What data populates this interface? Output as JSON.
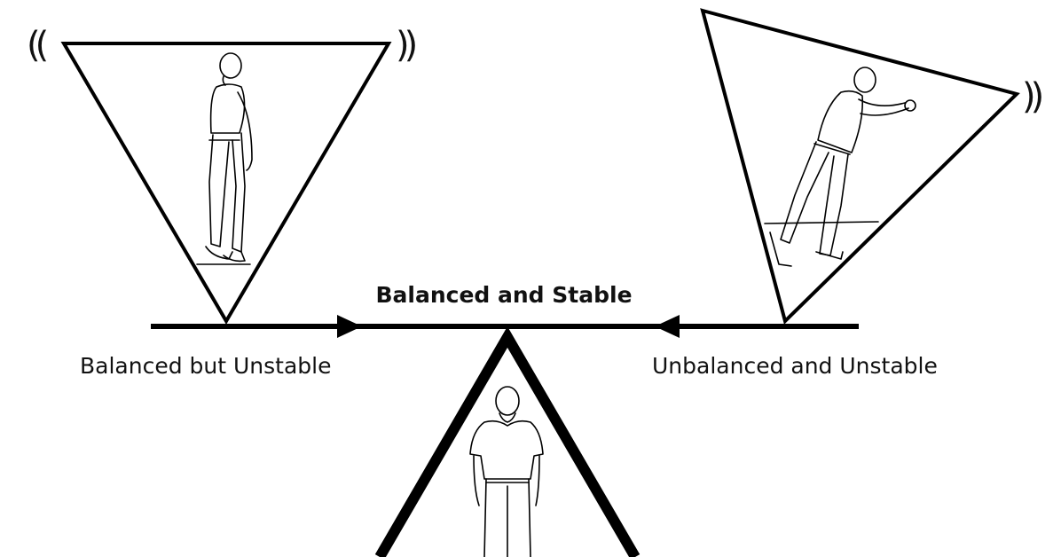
{
  "diagram": {
    "center_title": "Balanced and Stable",
    "left_label": "Balanced but Unstable",
    "right_label": "Unbalanced and Unstable",
    "vibration_left": "((",
    "vibration_right_top": "))",
    "vibration_right_tilted": "))"
  },
  "colors": {
    "stroke": "#000000",
    "background": "#ffffff"
  }
}
